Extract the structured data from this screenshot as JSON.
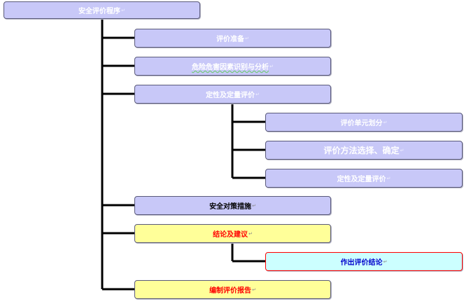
{
  "diagram": {
    "colors": {
      "lavender": "#c8c8f8",
      "yellow": "#ffff99",
      "cyan": "#ccffff",
      "red_border": "#ff0000",
      "red_text": "#ff0000",
      "blue_text": "#0000cc",
      "connector": "#000000"
    },
    "root": {
      "label": "安全评价程序",
      "mark": "↵"
    },
    "steps": [
      {
        "label": "评价准备",
        "mark": "↵"
      },
      {
        "label": "危险危害因素识别与分析",
        "mark": "↵"
      },
      {
        "label": "定性及定量评价",
        "mark": "↵"
      },
      {
        "label": "安全对策措施",
        "mark": "↵"
      },
      {
        "label": "结论及建议",
        "mark": "↵"
      },
      {
        "label": "编制评价报告",
        "mark": "↵"
      }
    ],
    "sub_steps": [
      {
        "label": "评价单元划分",
        "mark": "↵"
      },
      {
        "label": "评价方法选择、确定",
        "mark": "↵"
      },
      {
        "label": "定性及定量评价",
        "mark": "↵"
      },
      {
        "label": "作出评价结论",
        "mark": "↵"
      }
    ]
  }
}
